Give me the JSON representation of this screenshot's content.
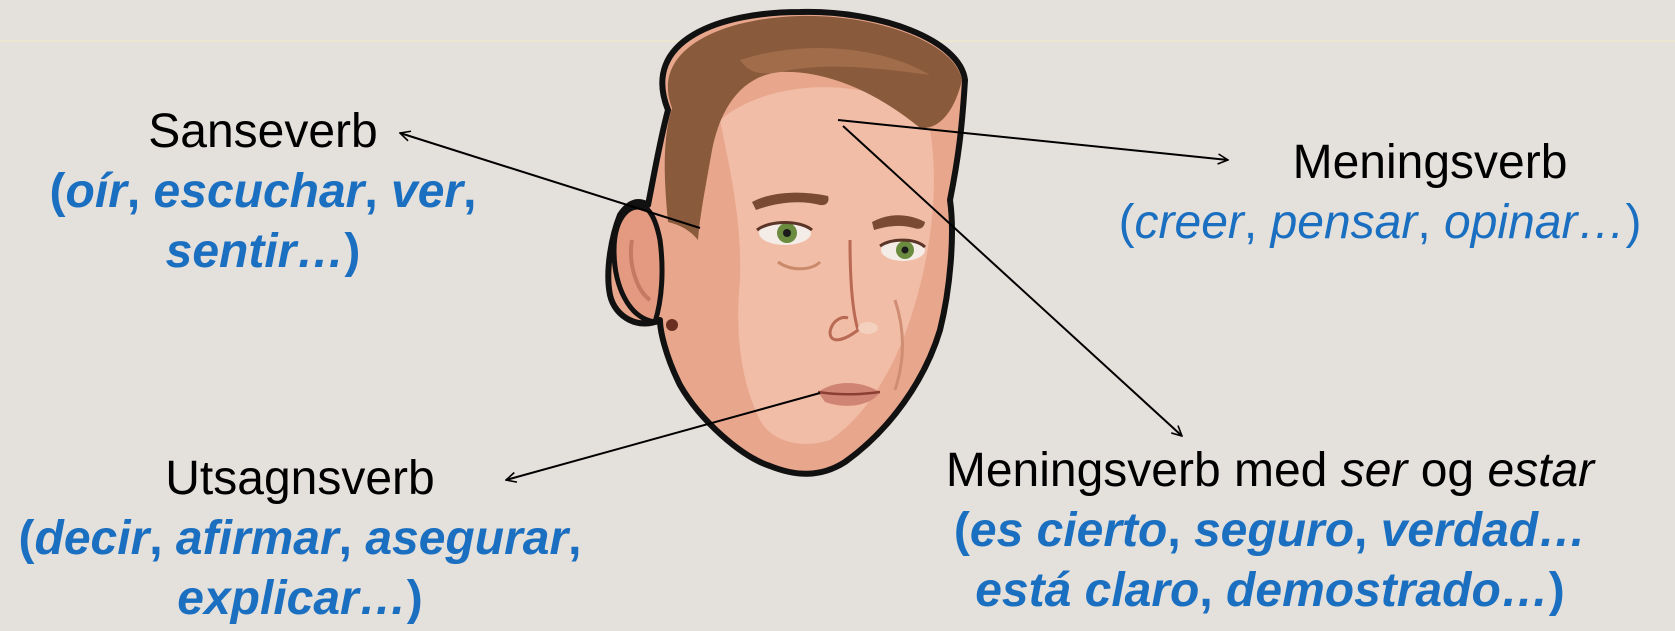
{
  "sensory": {
    "title": "Sanseverb",
    "open": "(",
    "w1": "oír",
    "w2": "escuchar",
    "w3": "ver",
    "w4": "sentir…",
    "close": ")"
  },
  "opinion": {
    "title": "Meningsverb",
    "open": "(",
    "w1": "creer",
    "w2": "pensar",
    "w3": "opinar…",
    "close": ")"
  },
  "speech": {
    "title": "Utsagnsverb",
    "open": "(",
    "w1": "decir",
    "w2": "afirmar",
    "w3": "asegurar",
    "w4": "explicar…",
    "close": ")"
  },
  "serestar": {
    "title_pre": "Meningsverb med ",
    "ser": "ser",
    "og": " og ",
    "estar": "estar",
    "open": "(",
    "w1": "es cierto",
    "w2": "seguro",
    "w3": "verdad…",
    "w4": "está claro",
    "w5": "demostrado…",
    "close": ")"
  },
  "colors": {
    "background": "#e4e0dc",
    "examples": "#1a6fc0",
    "text": "#000000"
  }
}
